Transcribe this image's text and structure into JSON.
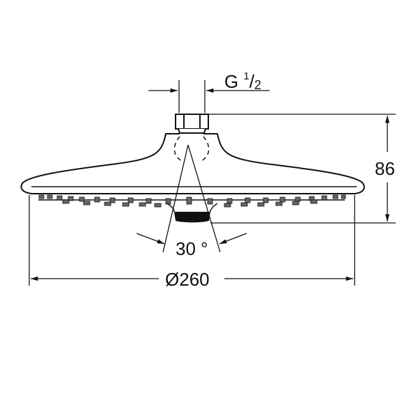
{
  "drawing": {
    "title": "Shower head technical drawing",
    "stroke_color": "#111111",
    "background": "#ffffff"
  },
  "dimensions": {
    "thread": {
      "prefix": "G",
      "fraction_num": "1",
      "fraction_sep": "/",
      "fraction_den": "2"
    },
    "height": {
      "value": "86"
    },
    "spray_angle": {
      "value": "30",
      "unit": "°"
    },
    "diameter": {
      "symbol": "Ø",
      "value": "260"
    }
  }
}
